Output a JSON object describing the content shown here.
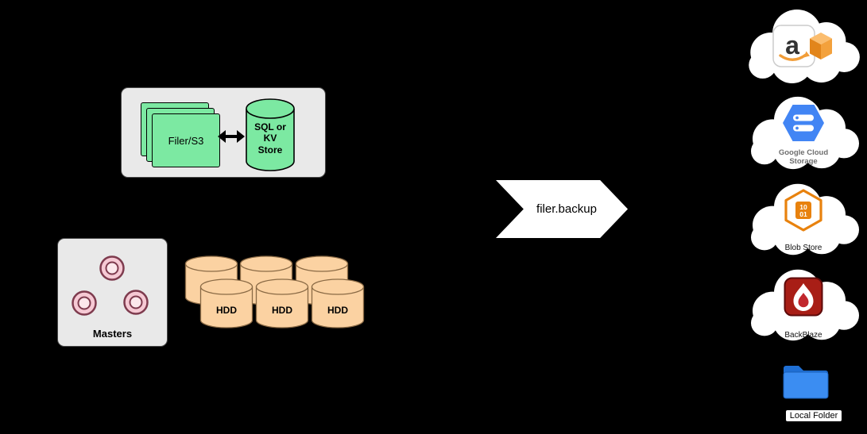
{
  "colors": {
    "background": "#000000",
    "panel_gray": "#e9e9e9",
    "node_green": "#7ce9a2",
    "disk_tan": "#fbd2a2",
    "master_pink": "#f6c9d4",
    "google_blue": "#4285f4",
    "azure_orange": "#e8820e",
    "backblaze_red": "#a81e16",
    "folder_blue": "#3b8df2",
    "aws_orange": "#f19d38"
  },
  "source": {
    "filer_group": {
      "filer_label": "Filer/S3",
      "store_label": "SQL or\nKV\nStore"
    },
    "masters": {
      "label": "Masters"
    },
    "disks": {
      "labels": [
        "HDD",
        "HDD",
        "HDD"
      ]
    }
  },
  "flow": {
    "label": "filer.backup"
  },
  "destinations": {
    "amazon_s3": {
      "letter": "a"
    },
    "google_cloud": {
      "label": "Google Cloud\nStorage"
    },
    "blob_store": {
      "label": "Blob Store",
      "icon_digits": [
        "10",
        "01"
      ]
    },
    "backblaze": {
      "label": "BackBlaze"
    },
    "local_folder": {
      "label": "Local Folder"
    }
  },
  "icons": {
    "bidirectional_arrow": "left-right-arrow",
    "amazon_s3": "amazon-logo-with-cube",
    "google_cloud_storage": "blue-hexagon-bars",
    "azure_blob": "orange-hexagon-binary",
    "backblaze": "red-square-flame",
    "local_folder": "blue-folder",
    "cloud": "white-cloud-shape"
  }
}
